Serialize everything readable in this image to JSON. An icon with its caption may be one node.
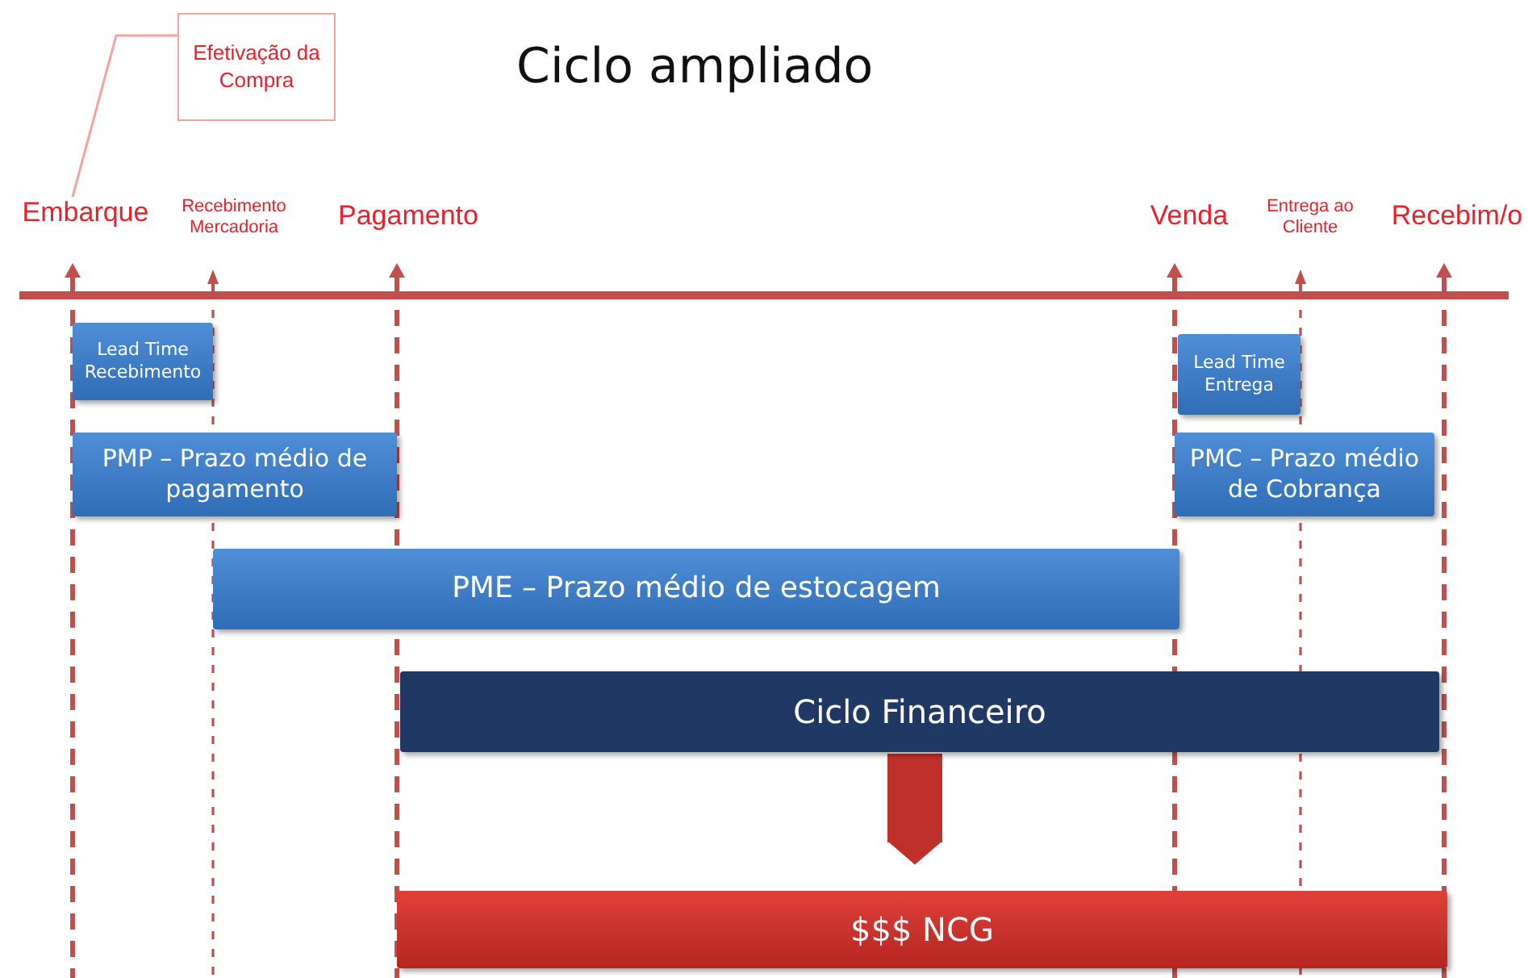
{
  "diagram": {
    "title": "Ciclo ampliado",
    "nodes": [
      {
        "text": [
          "Efetivação da Compra"
        ]
      },
      {
        "text": [
          "Embarque"
        ]
      },
      {
        "text": [
          "Lead Time Recebimento"
        ]
      },
      {
        "text": [
          "Lead Time Entrega"
        ]
      },
      {
        "text": [
          "PMP – Prazo médio de pagamento"
        ]
      },
      {
        "text": [
          "PMC – Prazo médio de Cobrança"
        ]
      },
      {
        "text": [
          "PME – Prazo médio de estocagem"
        ]
      },
      {
        "text": [
          "Ciclo Financeiro"
        ]
      },
      {
        "text": [
          "$$$ NCG"
        ]
      }
    ],
    "edges": [
      {
        "from": 0,
        "to": 1,
        "arrow": "none",
        "color": "#f4a3a3"
      },
      {
        "from": 7,
        "to": 8,
        "arrow": "to",
        "style": "thick",
        "color": "#c0302a"
      }
    ],
    "labels": [
      "Recebimento Mercadoria",
      "Pagamento",
      "Venda",
      "Entrega ao Cliente",
      "Recebim/o"
    ]
  }
}
